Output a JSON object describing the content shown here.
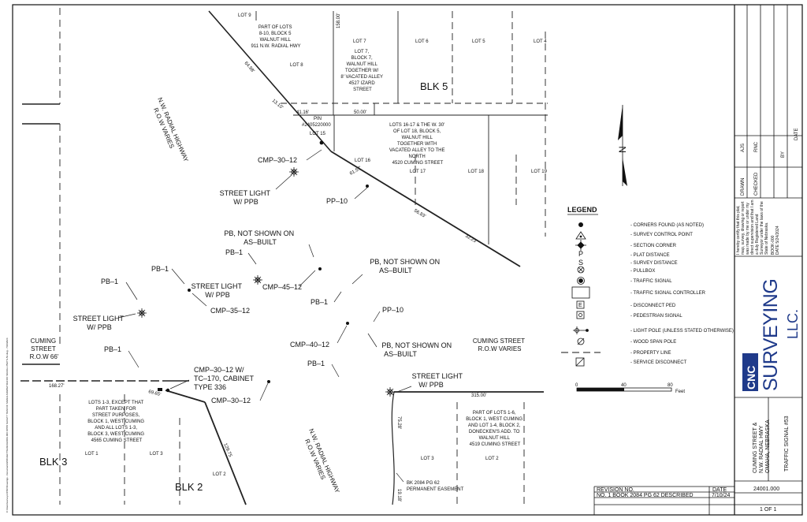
{
  "labels": {
    "lot9": "LOT 9",
    "parcelA": [
      "PART OF LOTS",
      "8-10, BLOCK 5",
      "WALNUT HILL",
      "911 N.W. RADIAL HWY"
    ],
    "lot8": "LOT 8",
    "lot7": "LOT 7",
    "parcelB": [
      "LOT 7,",
      "BLOCK 7,",
      "WALNUT HILL",
      "TOGETHER W/",
      "8' VACATED ALLEY",
      "4527 IZARD",
      "STREET"
    ],
    "lot6": "LOT 6",
    "lot5": "LOT 5",
    "lot4": "LOT 4",
    "blk5": "BLK 5",
    "dim1": "158.00'",
    "dim2": "64.98'",
    "dim3": "13.10'",
    "dim4": "41.16'",
    "dim5": "50.00'",
    "pin": [
      "PIN",
      "#2405220000"
    ],
    "lot15": "LOT 15",
    "parcelC": [
      "LOTS 16-17 & THE W. 30'",
      "OF LOT 18, BLOCK 5,",
      "WALNUT HILL",
      "TOGETHER WITH",
      "VACATED ALLEY TO THE",
      "NORTH",
      "4520 CUMING STREET"
    ],
    "lot16": "LOT 16",
    "lot17": "LOT 17",
    "lot18": "LOT 18",
    "lot19": "LOT 19",
    "dim6": "61.57'",
    "dim7": "56.83'",
    "dim8": "32.23'",
    "radialHwy1": [
      "N.W. RADIAL HIGHWAY",
      "R.O.W VARIES"
    ],
    "cmp30a": "CMP–30–12",
    "streetLight1": [
      "STREET LIGHT",
      "W/ PPB"
    ],
    "pp10a": "PP–10",
    "pbNotShown1": [
      "PB, NOT SHOWN ON",
      "AS–BUILT"
    ],
    "pb1a": "PB–1",
    "pb1b": "PB–1",
    "streetLight2": [
      "STREET LIGHT",
      "W/ PPB"
    ],
    "cmp45": "CMP–45–12",
    "pbNotShown2": [
      "PB, NOT SHOWN ON",
      "AS–BUILT"
    ],
    "pb1c": "PB–1",
    "cmp35": "CMP–35–12",
    "pb1d": "PB–1",
    "pp10b": "PP–10",
    "streetLight3": [
      "STREET LIGHT",
      "W/ PPB"
    ],
    "cmp40": "CMP–40–12",
    "pbNotShown3": [
      "PB, NOT SHOWN ON",
      "AS–BUILT"
    ],
    "cumingRow1": [
      "CUMING STREET",
      "R.O.W VARIES"
    ],
    "cumingRow66": [
      "CUMING",
      "STREET",
      "R.O.W 66'"
    ],
    "pb1e": "PB–1",
    "pb1f": "PB–1",
    "cmp30b": [
      "CMP–30–12 W/",
      "TC–170, CABINET",
      "TYPE 336"
    ],
    "cmp30c": "CMP–30–12",
    "streetLight4": [
      "STREET LIGHT",
      "W/ PPB"
    ],
    "dim9": "168.27'",
    "dim10": "69.65'",
    "dim11": "129.75",
    "dim12": "315.00'",
    "dim13": "75.28'",
    "dim14": "19.18'",
    "parcelD": [
      "LOTS 1-3, EXCEPT THAT",
      "PART TAKEN FOR",
      "STREET PURPOSES,",
      "BLOCK 1, WEST CUMING",
      "AND ALL LOTS 1-3,",
      "BLOCK 3, WEST CUMING",
      "4565 CUMING STREET"
    ],
    "radialHwy2": [
      "N.W. RADIAL HIGHWAY",
      "R.O.W VARIES"
    ],
    "parcelE": [
      "PART OF LOTS 1-6,",
      "BLOCK 1, WEST CUMING",
      "AND LOT 1-4, BLOCK 2,",
      "DONECKEN'S ADD. TO",
      "WALNUT HILL",
      "4519 CUMING STREET"
    ],
    "lot1": "LOT 1",
    "lot3a": "LOT 3",
    "blk3": "BLK 3",
    "blk2": "BLK 2",
    "lot2a": "LOT 2",
    "lot3b": "LOT 3",
    "lot2b": "LOT 2",
    "easement": [
      "BK 2084 PG 62",
      "PERMANENT EASEMENT"
    ]
  },
  "north": {
    "label": "N"
  },
  "legend": {
    "title": "LEGEND",
    "items": [
      {
        "symbol": "filled-dot",
        "label": "- CORNERS FOUND (AS NOTED)"
      },
      {
        "symbol": "triangle-dot",
        "label": "- SURVEY CONTROL POINT"
      },
      {
        "symbol": "section-corner",
        "label": "- SECTION CORNER"
      },
      {
        "symbol": "letter-p",
        "glyph": "P",
        "label": "- PLAT DISTANCE"
      },
      {
        "symbol": "letter-s",
        "glyph": "S",
        "label": "- SURVEY DISTANCE"
      },
      {
        "symbol": "circle-x",
        "label": "- PULLBOX"
      },
      {
        "symbol": "double-circle",
        "label": "- TRAFFIC SIGNAL"
      },
      {
        "symbol": "rectangle",
        "label": "- TRAFFIC SIGNAL CONTROLLER"
      },
      {
        "symbol": "box-e",
        "glyph": "E",
        "label": "- DISCONNECT PED"
      },
      {
        "symbol": "box-o",
        "glyph": "O",
        "label": "- PEDESTRIAN SIGNAL"
      },
      {
        "symbol": "light-pole",
        "label": "- LIGHT POLE (UNLESS STATED OTHERWISE)"
      },
      {
        "symbol": "slashed-circle",
        "label": "- WOOD SPAN POLE"
      },
      {
        "symbol": "dash-line",
        "label": "- PROPERTY LINE"
      },
      {
        "symbol": "slashed-square",
        "label": "- SERVICE DISCONNECT"
      }
    ]
  },
  "scale": {
    "ticks": [
      "0",
      "40",
      "80"
    ],
    "unit": "Feet"
  },
  "revision": {
    "header": "REVISION NO.",
    "date_header": "DATE",
    "row": "NO. 1 BOOK 2084 PG 62 DESCRIBED",
    "row_date": "7/10/24"
  },
  "titleblock": {
    "drawn_label": "DRAWN",
    "drawn_value": "AJS",
    "checked_label": "CHECKED",
    "checked_value": "RNC",
    "by_label": "BY",
    "date_label": "DATE",
    "certification": "I hereby certify that this plat, map, survey, drawing or report was made by me or under my direct supervision and that I am a duly Registered Land Surveyor under the laws of the State of Nebraska.",
    "book": "BOOK-000",
    "date": "DATE 5/24/2024",
    "logo_cnc": "CNC",
    "logo_surveying": "SURVEYING",
    "logo_llc": "LLC.",
    "project": [
      "CUMING STREET &",
      "N.W. RADIAL HWY",
      "OMAHA, NEBRASKA"
    ],
    "sheet_title": "TRAFFIC SIGNAL #53",
    "job_no": "24001.000",
    "sheet": "1 OF 1"
  },
  "margin_note": "C:\\Users\\surveyor\\CNC\\Drawings - Documents\\PROJECTS\\2024\\24001.000 OPPD SAFETY TRAFFIC SIGNALS\\DWG\\TRAFFIC SIGNAL #53\\TS-53.dwg - 7/10/2024"
}
